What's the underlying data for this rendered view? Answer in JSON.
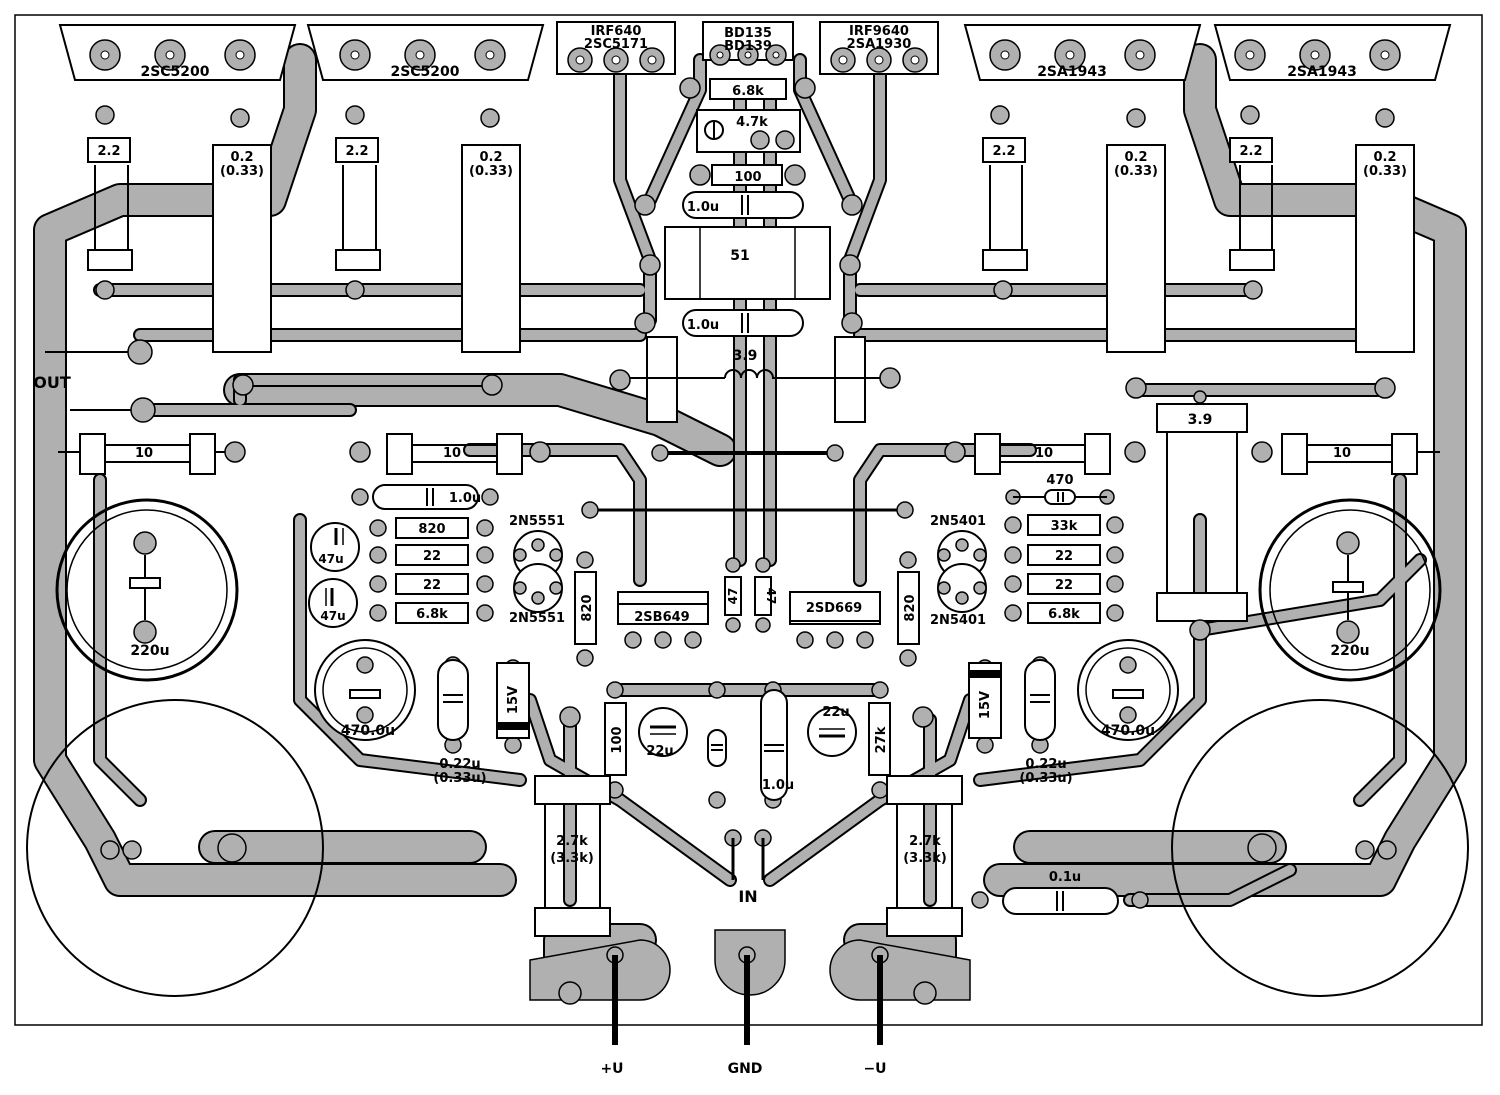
{
  "board": {
    "colors": {
      "copper": "#b0b0b0",
      "outline": "#000000",
      "background": "#ffffff"
    }
  },
  "output_transistors": {
    "npn_1": "2SC5200",
    "npn_2": "2SC5200",
    "pnp_1": "2SA1943",
    "pnp_2": "2SA1943"
  },
  "driver_transistors": {
    "npn_line1": "IRF640",
    "npn_line2": "2SC5171",
    "bias_line1": "BD135",
    "bias_line2": "BD139",
    "pnp_line1": "IRF9640",
    "pnp_line2": "2SA1930"
  },
  "bias_network": {
    "r_top": "6.8k",
    "trimmer": "4.7k",
    "r_100": "100",
    "cap_top": "1.0u",
    "r_51": "51",
    "cap_bottom": "1.0u",
    "inductor": "3.9"
  },
  "resistors": {
    "npn1_base": "2.2",
    "npn2_base": "2.2",
    "pnp1_base": "2.2",
    "pnp2_base": "2.2",
    "npn1_emitter_l1": "0.2",
    "npn1_emitter_l2": "(0.33)",
    "npn2_emitter_l1": "0.2",
    "npn2_emitter_l2": "(0.33)",
    "pnp1_emitter_l1": "0.2",
    "pnp1_emitter_l2": "(0.33)",
    "pnp2_emitter_l1": "0.2",
    "pnp2_emitter_l2": "(0.33)",
    "r10_left": "10",
    "r10_midleft": "10",
    "r10_midright": "10",
    "r10_right": "10",
    "r39_right": "3.9",
    "r470": "470",
    "r820_row": "820",
    "r22_l1": "22",
    "r22_l2": "22",
    "r68k_l": "6.8k",
    "r33k": "33k",
    "r22_r1": "22",
    "r22_r2": "22",
    "r68k_r": "6.8k",
    "r820_vl": "820",
    "r820_vr": "820",
    "r100_v": "100",
    "r27k_v": "27k",
    "r27k_l_l1": "2.7k",
    "r27k_l_l2": "(3.3k)",
    "r27k_r_l1": "2.7k",
    "r27k_r_l2": "(3.3k)",
    "r47": "47",
    "r47b": "47"
  },
  "capacitors": {
    "c10u": "1.0u",
    "c47u_a": "47u",
    "c47u_b": "47u",
    "c220u_l": "220u",
    "c220u_r": "220u",
    "c470u_l": "470.0u",
    "c470u_r": "470.0u",
    "c022_l_l1": "0.22u",
    "c022_l_l2": "(0.33u)",
    "c022_r_l1": "0.22u",
    "c022_r_l2": "(0.33u)",
    "c22u_l": "22u",
    "c22u_r": "22u",
    "c10u_v": "1.0u",
    "c01u": "0.1u"
  },
  "small_transistors": {
    "q1": "2N5551",
    "q2": "2N5551",
    "q3": "2N5401",
    "q4": "2N5401",
    "vas_n": "2SB649",
    "vas_p": "2SD669"
  },
  "zeners": {
    "z_l": "15V",
    "z_r": "15V"
  },
  "connectors": {
    "out": "OUT",
    "in": "IN",
    "plus": "+U",
    "gnd": "GND",
    "minus": "−U"
  }
}
